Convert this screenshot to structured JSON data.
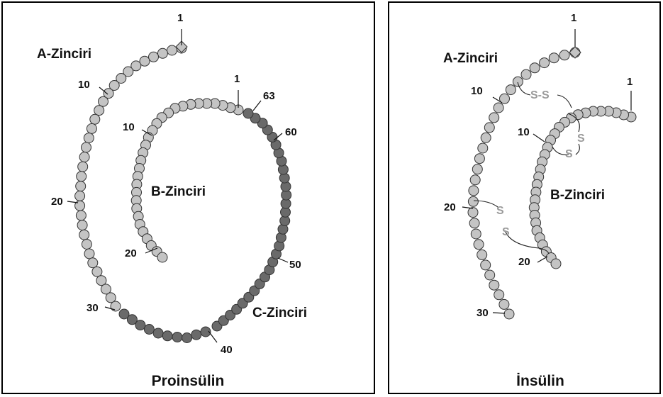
{
  "panels": {
    "left": {
      "title": "Proinsülin",
      "chains": {
        "a": "A-Zinciri",
        "b": "B-Zinciri",
        "c": "C-Zinciri"
      },
      "residue_labels": {
        "a1": "1",
        "a10": "10",
        "a20": "20",
        "a30": "30",
        "a40": "40",
        "b1": "1",
        "b10": "10",
        "b20": "20",
        "c50": "50",
        "c60": "60",
        "c63": "63"
      }
    },
    "right": {
      "title": "İnsülin",
      "chains": {
        "a": "A-Zinciri",
        "b": "B-Zinciri"
      },
      "residue_labels": {
        "a1": "1",
        "a10": "10",
        "a20": "20",
        "a30": "30",
        "b1": "1",
        "b10": "10",
        "b20": "20"
      },
      "disulfide_labels": {
        "ss_top": "S-S",
        "s_b1": "S",
        "s_b2": "S",
        "s_a1": "S",
        "s_a2": "S"
      }
    }
  },
  "colors": {
    "light_bead": "#c4c4c4",
    "dark_bead": "#6a6a6a",
    "disulfide_text": "#9a9a9a"
  }
}
